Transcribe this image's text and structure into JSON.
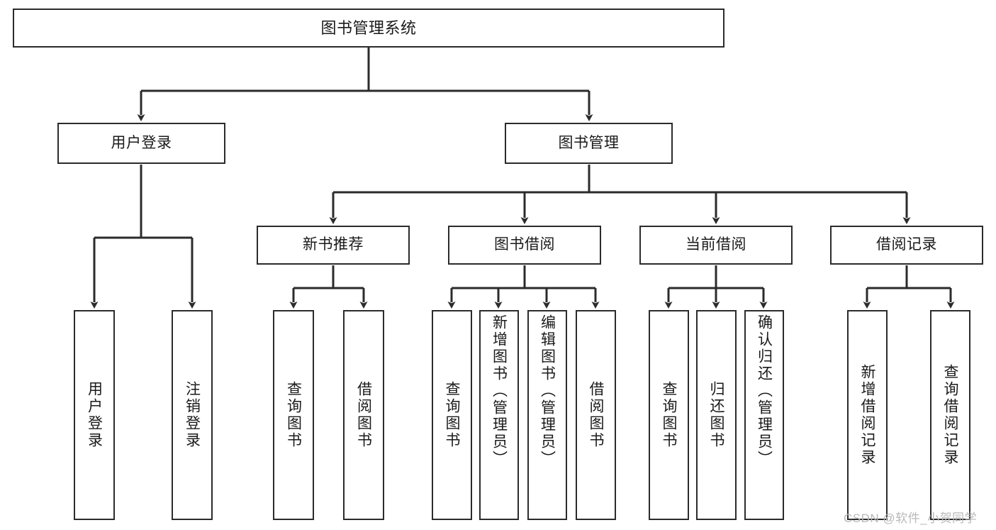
{
  "diagram": {
    "title": "图书管理系统",
    "type": "tree-hierarchy",
    "levels": [
      {
        "level": 1,
        "nodes": [
          {
            "id": "root",
            "label": "图书管理系统"
          }
        ]
      },
      {
        "level": 2,
        "nodes": [
          {
            "id": "login",
            "label": "用户登录"
          },
          {
            "id": "bookmgmt",
            "label": "图书管理"
          }
        ]
      },
      {
        "level": 3,
        "nodes": [
          {
            "id": "newbook",
            "label": "新书推荐"
          },
          {
            "id": "borrow",
            "label": "图书借阅"
          },
          {
            "id": "current",
            "label": "当前借阅"
          },
          {
            "id": "records",
            "label": "借阅记录"
          }
        ]
      },
      {
        "level": 4,
        "nodes": [
          {
            "id": "leaf-user-login",
            "label": "用户登录"
          },
          {
            "id": "leaf-user-logout",
            "label": "注销登录"
          },
          {
            "id": "leaf-query-book-1",
            "label": "查询图书"
          },
          {
            "id": "leaf-borrow-book-1",
            "label": "借阅图书"
          },
          {
            "id": "leaf-query-book-2",
            "label": "查询图书"
          },
          {
            "id": "leaf-add-book",
            "label": "新增图书（管理员）"
          },
          {
            "id": "leaf-edit-book",
            "label": "编辑图书（管理员）"
          },
          {
            "id": "leaf-borrow-book-2",
            "label": "借阅图书"
          },
          {
            "id": "leaf-query-book-3",
            "label": "查询图书"
          },
          {
            "id": "leaf-return-book",
            "label": "归还图书"
          },
          {
            "id": "leaf-confirm-return",
            "label": "确认归还（管理员）"
          },
          {
            "id": "leaf-add-record",
            "label": "新增借阅记录"
          },
          {
            "id": "leaf-query-record",
            "label": "查询借阅记录"
          }
        ]
      }
    ],
    "edges": [
      {
        "from": "root",
        "to": "login"
      },
      {
        "from": "root",
        "to": "bookmgmt"
      },
      {
        "from": "login",
        "to": "leaf-user-login"
      },
      {
        "from": "login",
        "to": "leaf-user-logout"
      },
      {
        "from": "bookmgmt",
        "to": "newbook"
      },
      {
        "from": "bookmgmt",
        "to": "borrow"
      },
      {
        "from": "bookmgmt",
        "to": "current"
      },
      {
        "from": "bookmgmt",
        "to": "records"
      },
      {
        "from": "newbook",
        "to": "leaf-query-book-1"
      },
      {
        "from": "newbook",
        "to": "leaf-borrow-book-1"
      },
      {
        "from": "borrow",
        "to": "leaf-query-book-2"
      },
      {
        "from": "borrow",
        "to": "leaf-add-book"
      },
      {
        "from": "borrow",
        "to": "leaf-edit-book"
      },
      {
        "from": "borrow",
        "to": "leaf-borrow-book-2"
      },
      {
        "from": "current",
        "to": "leaf-query-book-3"
      },
      {
        "from": "current",
        "to": "leaf-return-book"
      },
      {
        "from": "current",
        "to": "leaf-confirm-return"
      },
      {
        "from": "records",
        "to": "leaf-add-record"
      },
      {
        "from": "records",
        "to": "leaf-query-record"
      }
    ]
  },
  "watermark": {
    "text": "CSDN @软件_小贺同学"
  },
  "colors": {
    "stroke": "#2b2b2b",
    "background": "#ffffff",
    "text": "#1a1a1a",
    "watermark": "#b9b9b9"
  }
}
